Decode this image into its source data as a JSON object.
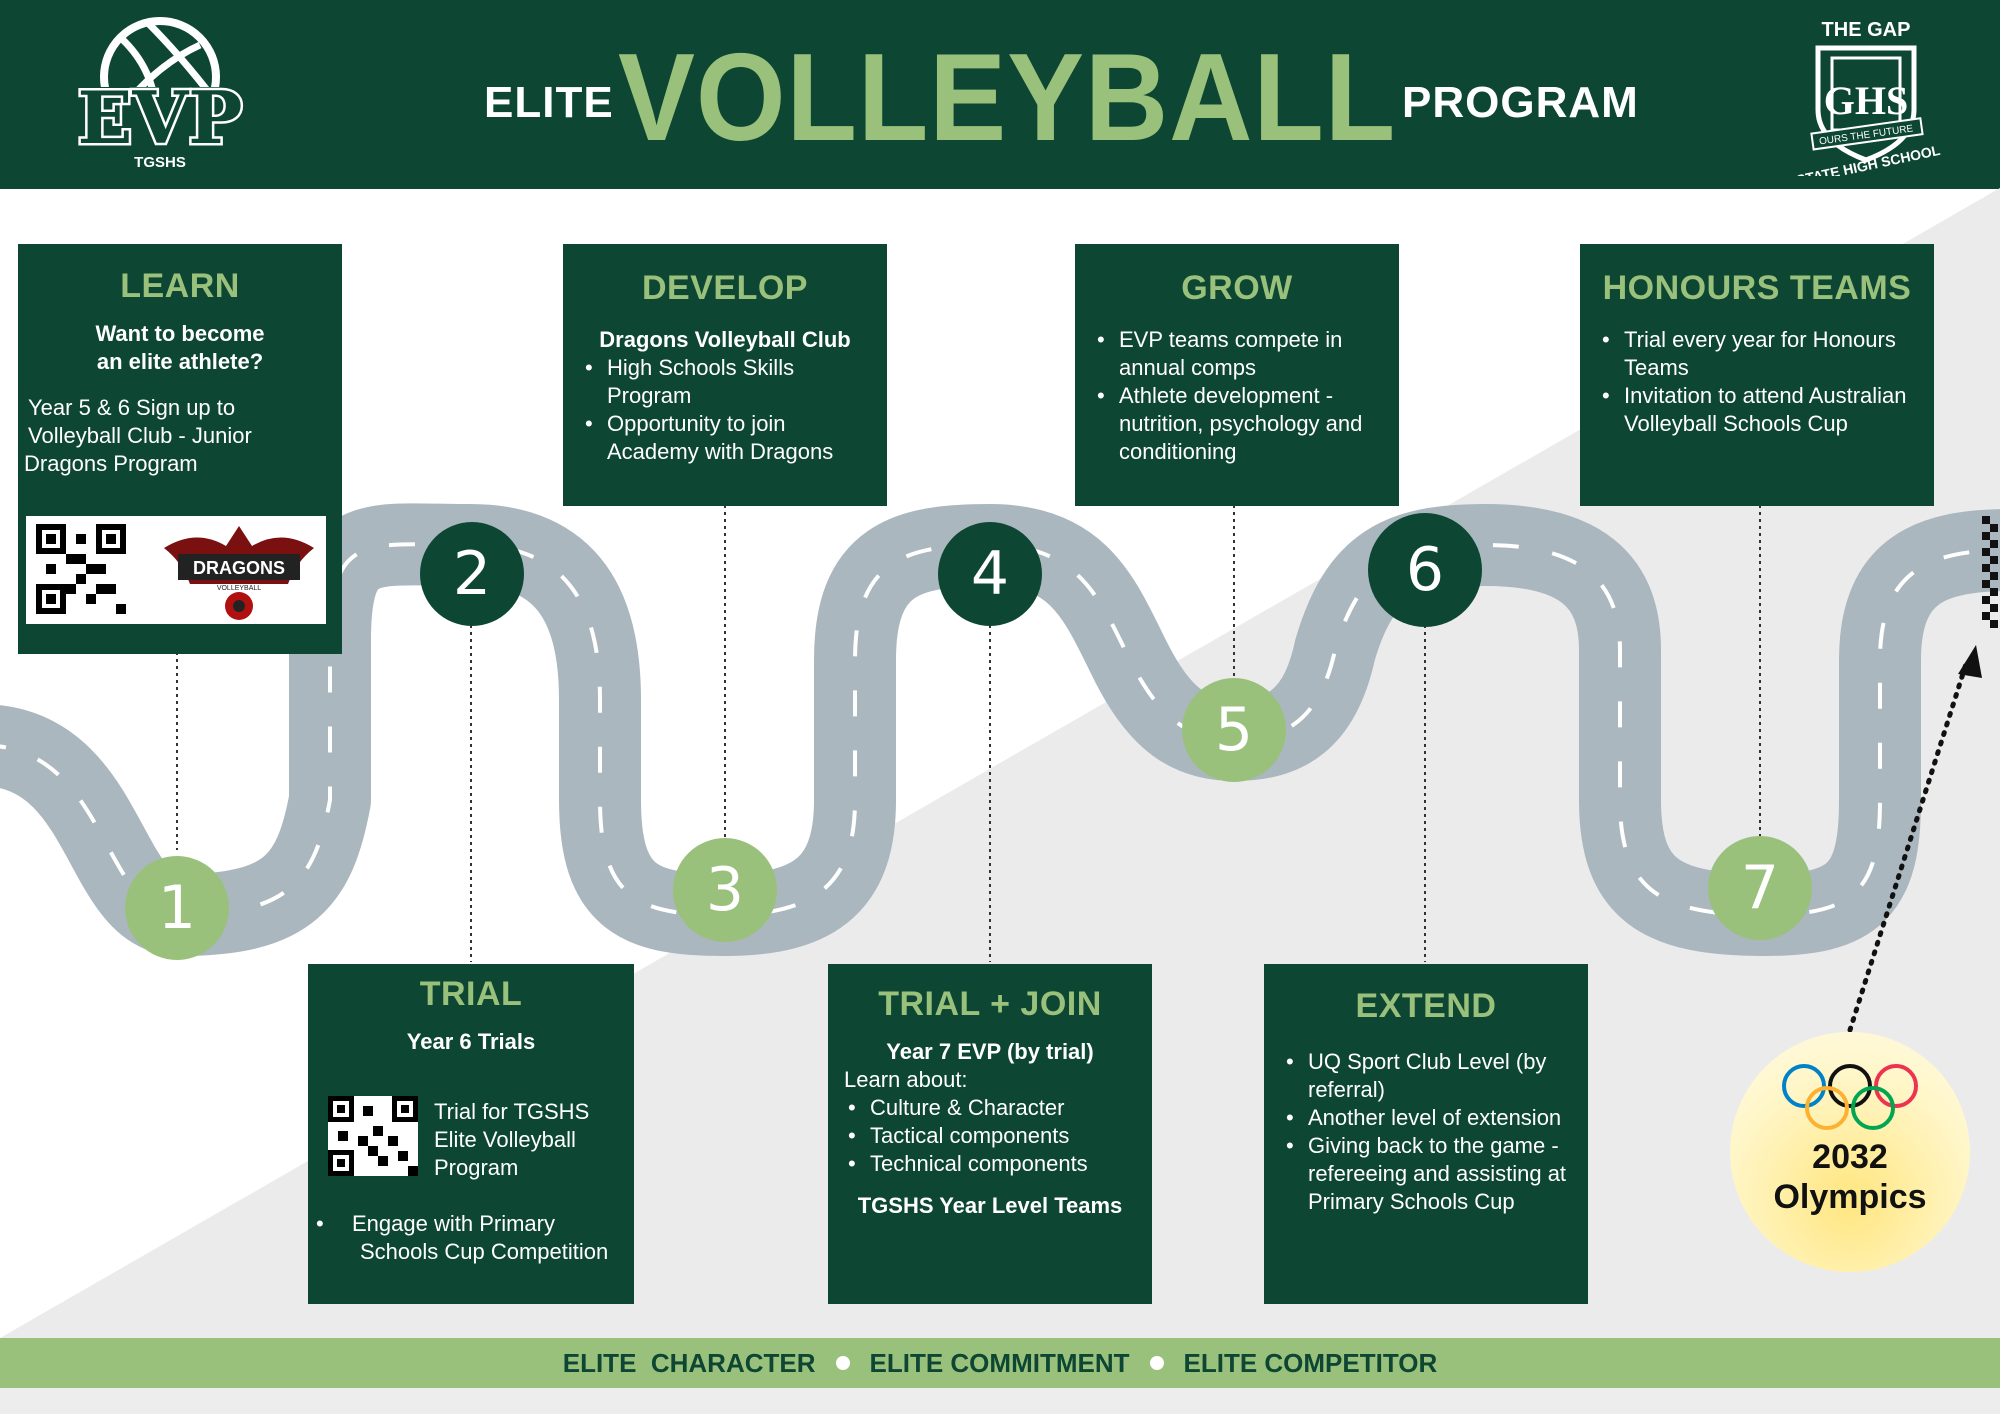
{
  "header": {
    "title_left": "ELITE",
    "title_main": "VOLLEYBALL",
    "title_right": "PROGRAM",
    "logo_left": {
      "text": "EVP",
      "subtext": "TGSHS"
    },
    "logo_right": {
      "top_text": "THE GAP",
      "crest_text": "GHS",
      "motto": "OURS THE FUTURE",
      "bottom_text": "STATE HIGH SCHOOL"
    }
  },
  "stages": {
    "learn": {
      "title": "LEARN",
      "lead_1": "Want to become",
      "lead_2": "an elite athlete?",
      "body_1": "Year 5 & 6 Sign up to",
      "body_2": "Volleyball Club - Junior",
      "body_3": "Dragons Program",
      "club_logo": "DRAGONS",
      "club_logo_sub": "VOLLEYBALL"
    },
    "trial": {
      "title": "TRIAL",
      "subtitle": "Year 6 Trials",
      "qr_text_1": "Trial for TGSHS",
      "qr_text_2": "Elite Volleyball",
      "qr_text_3": "Program",
      "bullets": [
        "Engage with Primary Schools Cup Competition"
      ]
    },
    "develop": {
      "title": "DEVELOP",
      "subtitle": "Dragons Volleyball Club",
      "bullets": [
        "High Schools Skills Program",
        "Opportunity to join Academy with Dragons"
      ]
    },
    "trial_join": {
      "title": "TRIAL + JOIN",
      "subtitle": "Year 7 EVP (by trial)",
      "intro": "Learn about:",
      "bullets": [
        "Culture & Character",
        "Tactical components",
        "Technical components"
      ],
      "footer": "TGSHS Year Level Teams"
    },
    "grow": {
      "title": "GROW",
      "bullets": [
        "EVP teams compete in annual comps",
        "Athlete development - nutrition, psychology and conditioning"
      ]
    },
    "extend": {
      "title": "EXTEND",
      "bullets": [
        "UQ Sport Club Level (by referral)",
        "Another level of extension",
        "Giving back to the game - refereeing and assisting at Primary Schools Cup"
      ]
    },
    "honours": {
      "title": "HONOURS TEAMS",
      "bullets": [
        "Trial every year for Honours Teams",
        "Invitation to attend Australian Volleyball Schools Cup"
      ]
    }
  },
  "milestones": [
    "1",
    "2",
    "3",
    "4",
    "5",
    "6",
    "7"
  ],
  "goal": {
    "line_1": "2032",
    "line_2": "Olympics"
  },
  "footer": {
    "item_1": "ELITE  CHARACTER",
    "item_2": "ELITE COMMITMENT",
    "item_3": "ELITE COMPETITOR"
  },
  "colors": {
    "dark_green": "#0d4633",
    "light_green": "#9ac17b",
    "road": "#aab7bf",
    "background_band": "#ebebeb"
  }
}
